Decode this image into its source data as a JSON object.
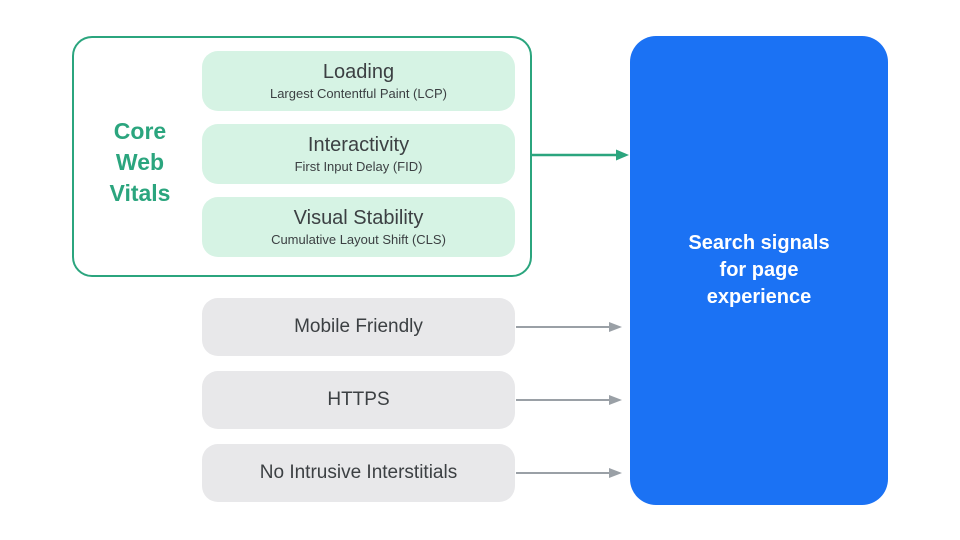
{
  "colors": {
    "green": "#2BA57E",
    "green_light": "#D6F3E4",
    "blue": "#1B72F4",
    "pill_gray": "#E8E8EA",
    "arrow_gray": "#9AA0A6",
    "text_dark": "#3C4043",
    "text_on_blue": "#FFFFFF"
  },
  "core_web_vitals": {
    "label_lines": [
      "Core",
      "Web",
      "Vitals"
    ],
    "items": [
      {
        "title": "Loading",
        "subtitle": "Largest Contentful Paint (LCP)"
      },
      {
        "title": "Interactivity",
        "subtitle": "First Input Delay (FID)"
      },
      {
        "title": "Visual Stability",
        "subtitle": "Cumulative Layout Shift (CLS)"
      }
    ]
  },
  "other_signals": [
    {
      "label": "Mobile Friendly"
    },
    {
      "label": "HTTPS"
    },
    {
      "label": "No Intrusive Interstitials"
    }
  ],
  "result": {
    "lines": [
      "Search signals",
      "for page",
      "experience"
    ]
  }
}
